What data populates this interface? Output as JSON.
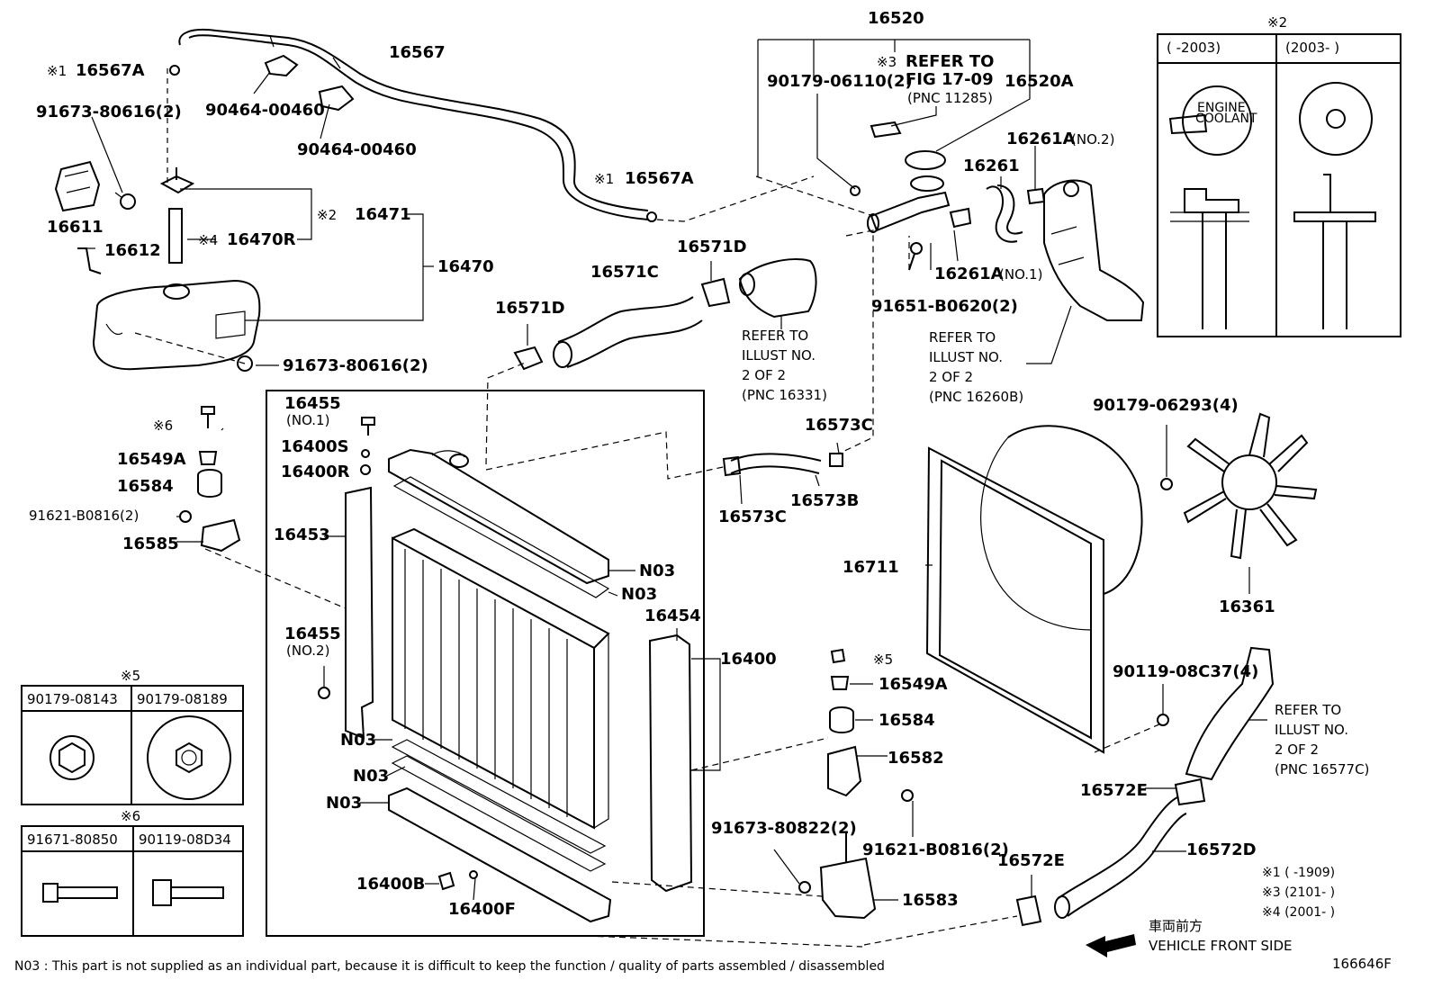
{
  "labels": {
    "p16520": "16520",
    "p16567": "16567",
    "p16567A_top": "16567A",
    "p16567A_mid": "16567A",
    "mark1_top": "※1",
    "mark1_mid": "※1",
    "p91673_80616_top": "91673-80616(2)",
    "p90464_a": "90464-00460",
    "p90464_b": "90464-00460",
    "p16611": "16611",
    "p16612": "16612",
    "mark2_16471": "※2",
    "p16471": "16471",
    "mark4_16470R": "※4",
    "p16470R": "16470R",
    "p16470": "16470",
    "p91673_80616_bot": "91673-80616(2)",
    "mark3_refer": "※3",
    "refer_fig_1": "REFER TO",
    "refer_fig_2": "FIG 17-09",
    "refer_fig_3": "(PNC 11285)",
    "p90179_06110": "90179-06110(2)",
    "p16520A": "16520A",
    "p16261A_no2": "16261A",
    "p16261A_no2_sub": "(NO.2)",
    "p16261": "16261",
    "p16261A_no1": "16261A",
    "p16261A_no1_sub": "(NO.1)",
    "p91651_B0620": "91651-B0620(2)",
    "refer_16260_1": "REFER TO",
    "refer_16260_2": "ILLUST NO.",
    "refer_16260_3": "2 OF 2",
    "refer_16260_4": "(PNC 16260B)",
    "p16571D_a": "16571D",
    "p16571C": "16571C",
    "p16571D_b": "16571D",
    "refer_16331_1": "REFER TO",
    "refer_16331_2": "ILLUST NO.",
    "refer_16331_3": "2 OF 2",
    "refer_16331_4": "(PNC 16331)",
    "p16455_no1": "16455",
    "p16455_no1_sub": "(NO.1)",
    "p16400S": "16400S",
    "p16400R": "16400R",
    "mark6_bolt": "※6",
    "p16549A_left": "16549A",
    "p16584_left": "16584",
    "p91621_B0816_left": "91621-B0816(2)",
    "p16585": "16585",
    "p16453": "16453",
    "p16455_no2": "16455",
    "p16455_no2_sub": "(NO.2)",
    "p16573C_a": "16573C",
    "p16573C_b": "16573C",
    "p16573B": "16573B",
    "n03_1": "N03",
    "n03_2": "N03",
    "n03_3": "N03",
    "n03_4": "N03",
    "n03_5": "N03",
    "p16454": "16454",
    "p16400": "16400",
    "p16400B": "16400B",
    "p16400F": "16400F",
    "p90179_06293": "90179-06293(4)",
    "p16711": "16711",
    "p16361": "16361",
    "mark5_nut": "※5",
    "p16549A_right": "16549A",
    "p16584_right": "16584",
    "p16582": "16582",
    "p91621_B0816_right": "91621-B0816(2)",
    "p91673_80822": "91673-80822(2)",
    "p16583": "16583",
    "p90119_08C37": "90119-08C37(4)",
    "refer_16577_1": "REFER TO",
    "refer_16577_2": "ILLUST NO.",
    "refer_16577_3": "2 OF 2",
    "refer_16577_4": "(PNC 16577C)",
    "p16572E_a": "16572E",
    "p16572D": "16572D",
    "p16572E_b": "16572E"
  },
  "inset_cap": {
    "mark": "※2",
    "col1": "(        -2003)",
    "col2": "(2003-        )",
    "cap_text_1": "ENGINE",
    "cap_text_2": "COOLANT"
  },
  "inset_nut": {
    "mark": "※5",
    "col1": "90179-08143",
    "col2": "90179-08189"
  },
  "inset_bolt": {
    "mark": "※6",
    "col1": "91671-80850",
    "col2": "90119-08D34"
  },
  "notes": {
    "n1": "※1 (        -1909)",
    "n3": "※3 (2101-        )",
    "n4": "※4 (2001-        )"
  },
  "footer": {
    "n03_note": "N03 : This part is not supplied as an individual part, because it is difficult to keep the function / quality of parts assembled / disassembled",
    "front_jp": "車両前方",
    "front_en": "VEHICLE FRONT SIDE",
    "illus_no": "166646F"
  }
}
